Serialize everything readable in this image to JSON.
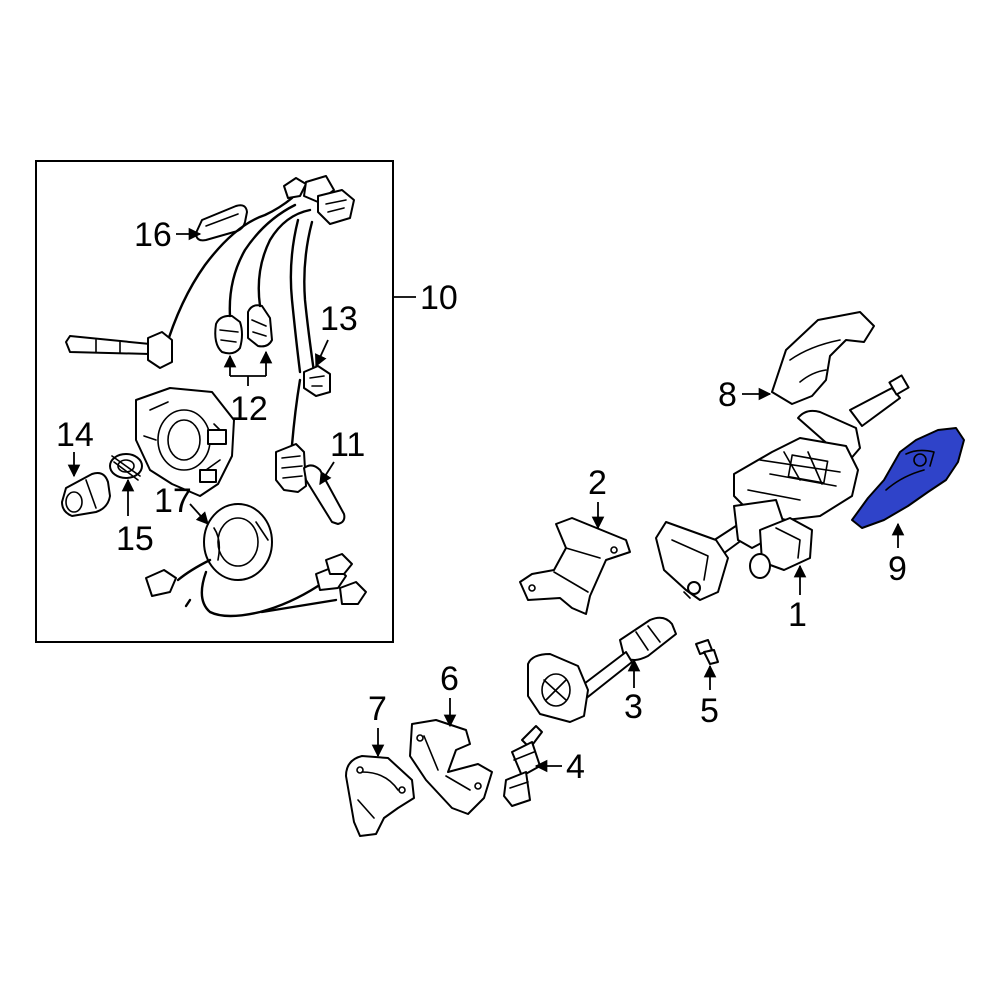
{
  "callouts": {
    "c1": "1",
    "c2": "2",
    "c3": "3",
    "c4": "4",
    "c5": "5",
    "c6": "6",
    "c7": "7",
    "c8": "8",
    "c9": "9",
    "c10": "10",
    "c11": "11",
    "c12": "12",
    "c13": "13",
    "c14": "14",
    "c15": "15",
    "c16": "16",
    "c17": "17"
  },
  "colors": {
    "highlight_part": "#2f43c9",
    "line": "#000000",
    "background": "#ffffff"
  }
}
